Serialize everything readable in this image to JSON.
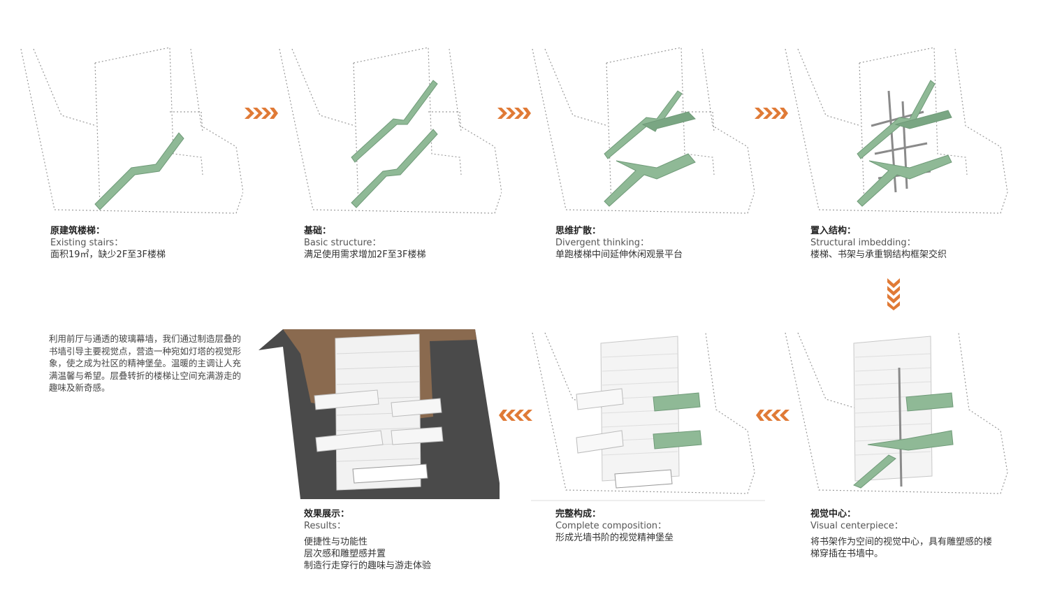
{
  "colors": {
    "stair": "#8fb996",
    "stair_dark": "#6f9a78",
    "arrow": "#e07a36",
    "outline": "#9a9a9a",
    "wood": "#8a6a4f",
    "ground": "#4a4a4a"
  },
  "steps": [
    {
      "title": "原建筑楼梯：",
      "en": "Existing stairs：",
      "desc": "面积19㎡，缺少2F至3F楼梯"
    },
    {
      "title": "基础：",
      "en": "Basic structure：",
      "desc": "满足使用需求增加2F至3F楼梯"
    },
    {
      "title": "思维扩散：",
      "en": "Divergent thinking：",
      "desc": "单跑楼梯中间延伸休闲观景平台"
    },
    {
      "title": "置入结构：",
      "en": "Structural imbedding：",
      "desc": "楼梯、书架与承重钢结构框架交织"
    },
    {
      "title": "视觉中心：",
      "en": "Visual centerpiece：",
      "desc": "将书架作为空间的视觉中心，具有雕塑感的楼梯穿插在书墙中。"
    },
    {
      "title": "完整构成：",
      "en": "Complete composition：",
      "desc": "形成光墙书阶的视觉精神堡垒"
    },
    {
      "title": "效果展示：",
      "en": "Results：",
      "list": [
        "便捷性与功能性",
        "层次感和雕塑感并置",
        "制造行走穿行的趣味与游走体验"
      ]
    }
  ],
  "intro": "利用前厅与通透的玻璃幕墙，我们通过制造层叠的书墙引导主要视觉点，营造一种宛如灯塔的视觉形象，使之成为社区的精神堡垒。温暖的主调让人充满温馨与希望。层叠转折的楼梯让空间充满游走的趣味及新奇感。"
}
